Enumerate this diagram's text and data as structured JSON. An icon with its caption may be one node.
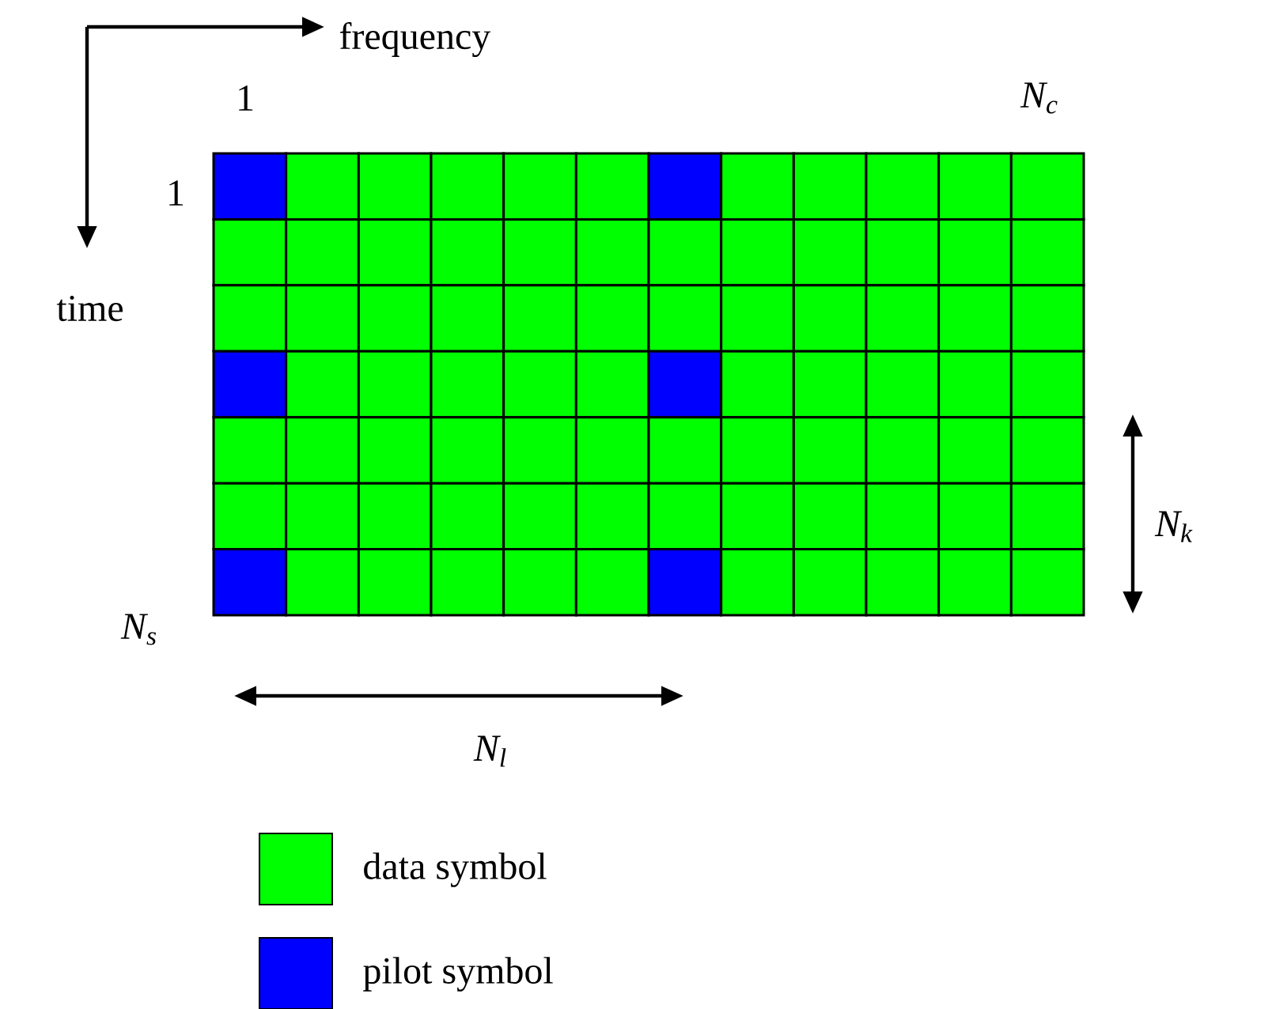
{
  "diagram": {
    "labels": [
      "frequency",
      "1",
      "N$_{c}$",
      "1",
      "time",
      "N$_{k}$",
      "N$_{s}$",
      "N$_{l}$"
    ],
    "legend": [
      {
        "text": "data symbol",
        "color": "#00ff00"
      },
      {
        "text": "pilot symbol",
        "color": "#0000ff"
      }
    ]
  }
}
